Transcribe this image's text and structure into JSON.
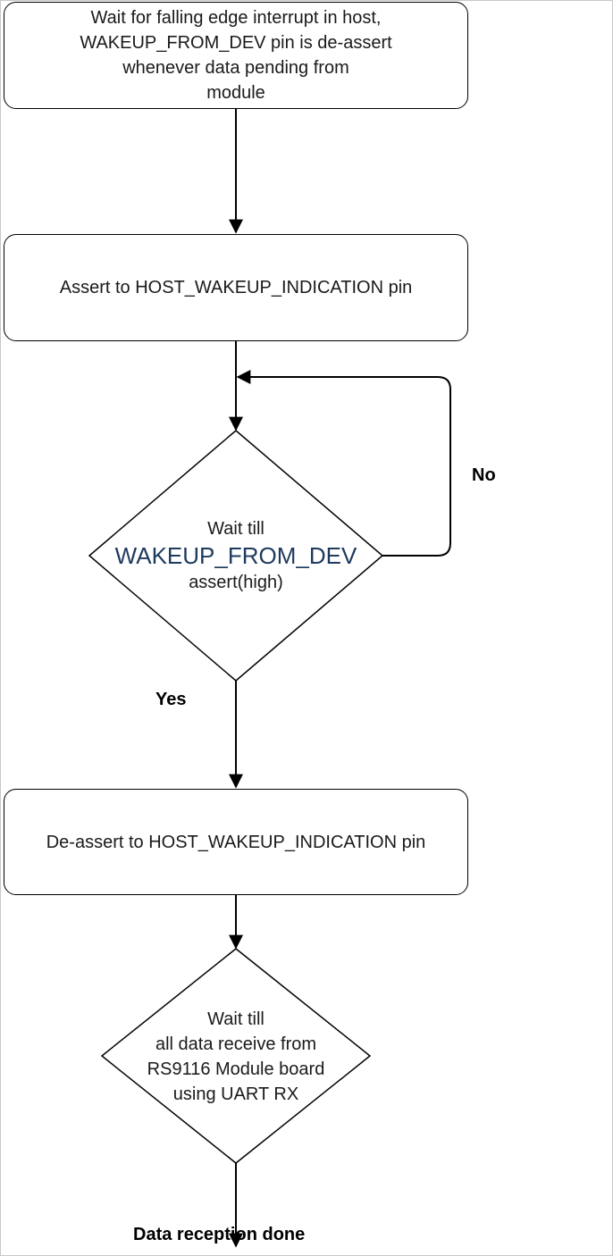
{
  "nodes": {
    "wait_interrupt": "Wait for falling edge interrupt in host,\nWAKEUP_FROM_DEV pin is de-assert\nwhenever data pending from\nmodule",
    "assert_host": "Assert to HOST_WAKEUP_INDICATION pin",
    "decision_wakeup": {
      "line1": "Wait till",
      "line2": "WAKEUP_FROM_DEV",
      "line3": "assert(high)"
    },
    "deassert_host": "De-assert to HOST_WAKEUP_INDICATION pin",
    "decision_data": {
      "line1": "Wait till",
      "line2": "all data receive from",
      "line3": "RS9116 Module board",
      "line4": "using UART RX"
    }
  },
  "edge_labels": {
    "no": "No",
    "yes": "Yes"
  },
  "terminal": "Data reception done",
  "colors": {
    "stroke": "#000000",
    "highlight_text": "#1f3a5f",
    "frame": "#c8c8c8"
  }
}
